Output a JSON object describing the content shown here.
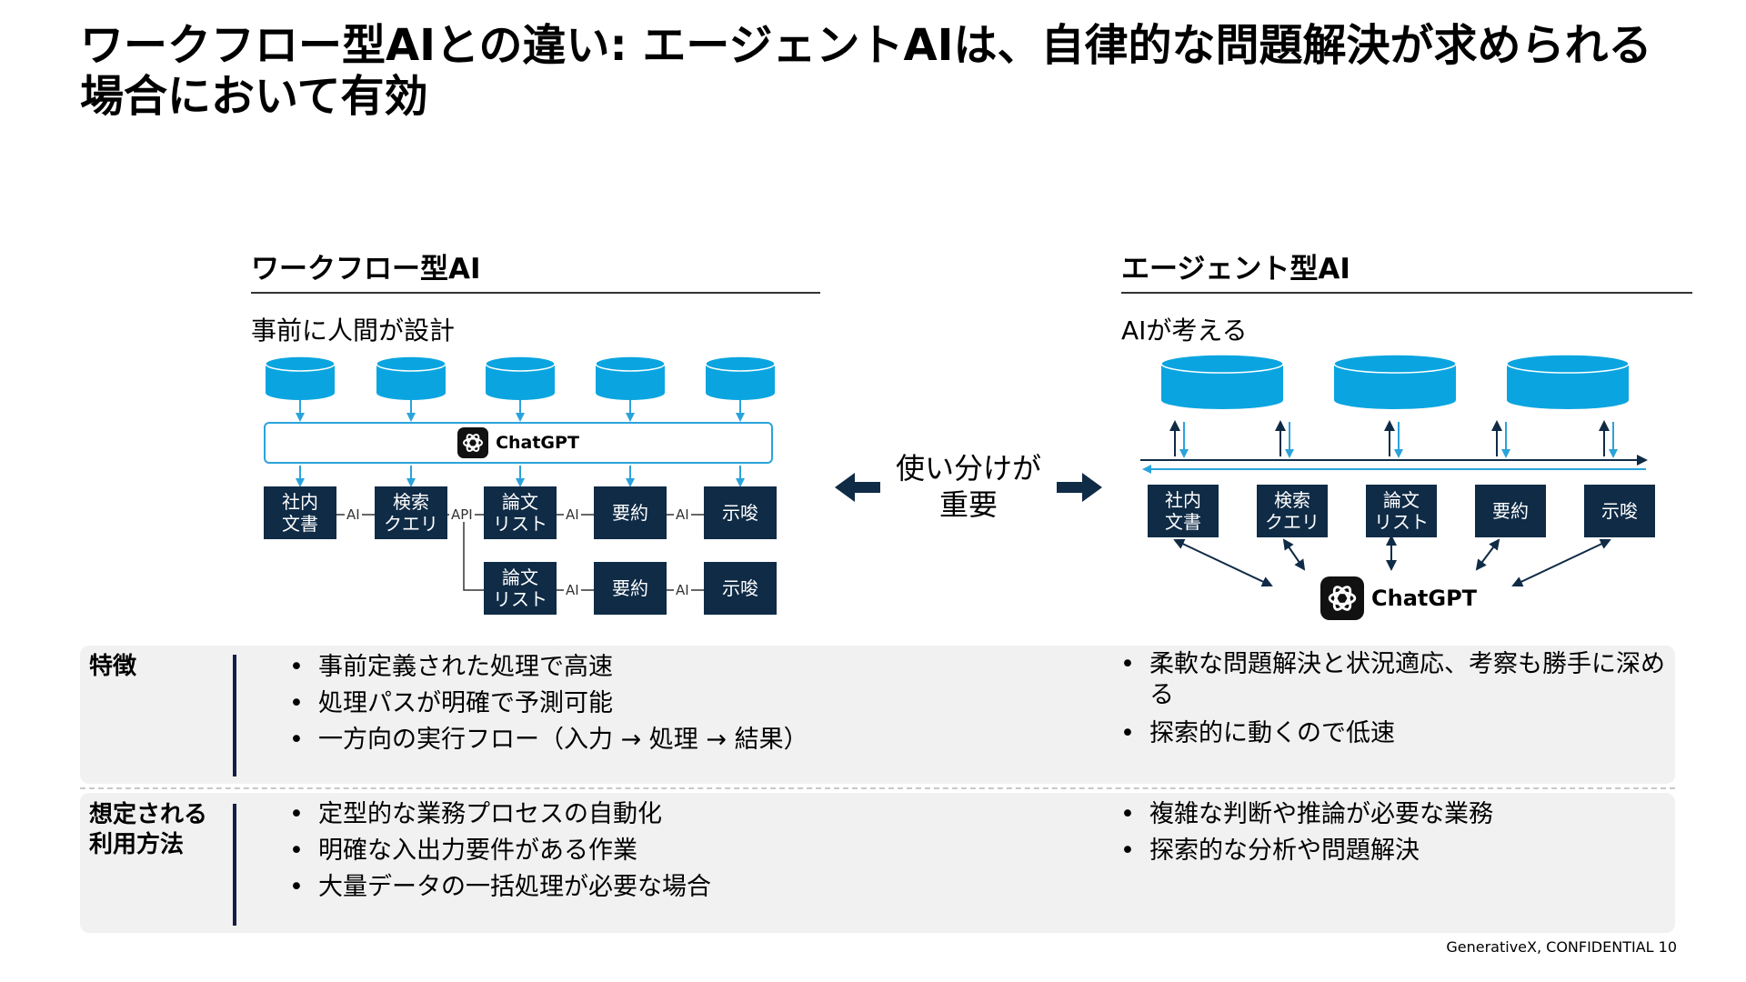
{
  "title": "ワークフロー型AIとの違い: エージェントAIは、自律的な問題解決が求められる場合において有効",
  "workflow": {
    "heading": "ワークフロー型AI",
    "subheading": "事前に人間が設計",
    "chatgpt_label": "ChatGPT",
    "row1": [
      "社内\n文書",
      "検索\nクエリ",
      "論文\nリスト",
      "要約",
      "示唆"
    ],
    "row1_connectors": [
      "AI",
      "API",
      "AI",
      "AI"
    ],
    "row2": [
      "論文\nリスト",
      "要約",
      "示唆"
    ],
    "row2_connectors": [
      "AI",
      "AI"
    ]
  },
  "middle": {
    "label": "使い分けが\n重要"
  },
  "agent": {
    "heading": "エージェント型AI",
    "subheading": "AIが考える",
    "chatgpt_label": "ChatGPT",
    "boxes": [
      "社内\n文書",
      "検索\nクエリ",
      "論文\nリスト",
      "要約",
      "示唆"
    ]
  },
  "features": {
    "label": "特徴",
    "workflow_points": [
      "事前定義された処理で高速",
      "処理パスが明確で予測可能",
      "一方向の実行フロー（入力 → 処理 → 結果）"
    ],
    "agent_points": [
      "柔軟な問題解決と状況適応、考察も勝手に深める",
      "探索的に動くので低速"
    ]
  },
  "usage": {
    "label": "想定される\n利用方法",
    "workflow_points": [
      "定型的な業務プロセスの自動化",
      "明確な入出力要件がある作業",
      "大量データの一括処理が必要な場合"
    ],
    "agent_points": [
      "複雑な判断や推論が必要な業務",
      "探索的な分析や問題解決"
    ]
  },
  "footer": "GenerativeX, CONFIDENTIAL 10",
  "colors": {
    "navy": "#0f2b46",
    "db_blue": "#0aa5e0",
    "accent_blue": "#2aa3dc"
  }
}
